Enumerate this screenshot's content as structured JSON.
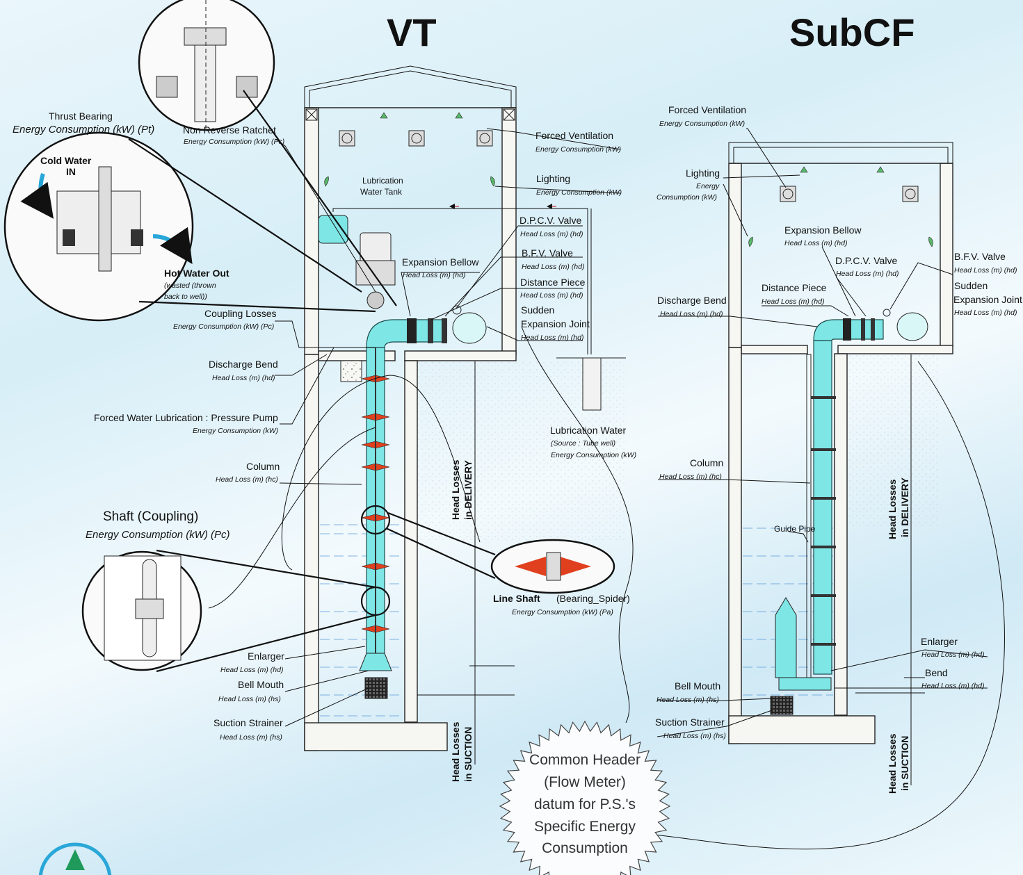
{
  "titles": {
    "vt": "VT",
    "subcf": "SubCF"
  },
  "vt_labels": {
    "thrust_bearing": "Thrust Bearing",
    "thrust_bearing_sub": "Energy Consumption (kW) (Pt)",
    "non_reverse": "Non Reverse Ratchet",
    "non_reverse_sub": "Energy Consumption (kW) (Pc)",
    "cold_water": "Cold Water",
    "cold_water_in": "IN",
    "hot_water": "Hot Water Out",
    "hot_water_sub1": "(wasted (thrown",
    "hot_water_sub2": "back to well))",
    "lube_tank1": "Lubrication",
    "lube_tank2": "Water Tank",
    "forced_vent": "Forced Ventilation",
    "forced_vent_sub": "Energy Consumption (kW)",
    "lighting": "Lighting",
    "lighting_sub": "Energy Consumption (kW)",
    "dpcv": "D.P.C.V. Valve",
    "dpcv_sub": "Head Loss (m) (hd)",
    "bfv": "B.F.V. Valve",
    "bfv_sub": "Head Loss (m) (hd)",
    "distance": "Distance Piece",
    "distance_sub": "Head Loss (m) (hd)",
    "sudden1": "Sudden",
    "sudden2": "Expansion Joint",
    "sudden_sub": "Head Loss (m) (hd)",
    "exp_bellow": "Expansion Bellow",
    "exp_bellow_sub": "Head Loss (m) (hd)",
    "coupling": "Coupling Losses",
    "coupling_sub": "Energy Consumption (kW) (Pc)",
    "discharge": "Discharge Bend",
    "discharge_sub": "Head Loss (m) (hd)",
    "fwl": "Forced Water Lubrication : Pressure Pump",
    "fwl_sub": "Energy Consumption (kW)",
    "column": "Column",
    "column_sub": "Head Loss (m) (hc)",
    "shaft": "Shaft (Coupling)",
    "shaft_sub": "Energy Consumption (kW) (Pc)",
    "line_shaft": "Line Shaft",
    "line_shaft_paren": "(Bearing_Spider)",
    "line_shaft_sub": "Energy Consumption (kW) (Pa)",
    "lube_water": "Lubrication Water",
    "lube_water_sub1": "(Source : Tube well)",
    "lube_water_sub2": "Energy Consumption (kW)",
    "enlarger": "Enlarger",
    "enlarger_sub": "Head Loss (m) (hd)",
    "bell": "Bell Mouth",
    "bell_sub": "Head Loss (m) (hs)",
    "strainer": "Suction Strainer",
    "strainer_sub": "Head Loss (m) (hs)",
    "hl_delivery1": "Head Losses",
    "hl_delivery2": "in DELIVERY",
    "hl_suction1": "Head Losses",
    "hl_suction2": "in SUCTION"
  },
  "sub_labels": {
    "forced_vent": "Forced Ventilation",
    "forced_vent_sub": "Energy Consumption (kW)",
    "lighting": "Lighting",
    "lighting_sub1": "Energy",
    "lighting_sub2": "Consumption (kW)",
    "exp_bellow": "Expansion Bellow",
    "exp_bellow_sub": "Head Loss (m) (hd)",
    "dpcv": "D.P.C.V. Valve",
    "dpcv_sub": "Head Loss (m) (hd)",
    "bfv": "B.F.V. Valve",
    "bfv_sub": "Head Loss (m) (hd)",
    "distance": "Distance Piece",
    "distance_sub": "Head Loss (m) (hd)",
    "sudden": "Sudden",
    "exp_joint": "Expansion Joint",
    "exp_joint_sub": "Head Loss (m) (hd)",
    "discharge": "Discharge Bend",
    "discharge_sub": "Head Loss (m) (hd)",
    "column": "Column",
    "column_sub": "Head Loss (m) (hc)",
    "guide": "Guide Pipe",
    "enlarger": "Enlarger",
    "enlarger_sub": "Head Loss (m) (hd)",
    "bend": "Bend",
    "bend_sub": "Head Loss (m) (hd)",
    "bell": "Bell Mouth",
    "bell_sub": "Head Loss (m) (hs)",
    "strainer": "Suction Strainer",
    "strainer_sub": "Head Loss (m) (hs)",
    "hl_delivery1": "Head Losses",
    "hl_delivery2": "in DELIVERY",
    "hl_suction1": "Head Losses",
    "hl_suction2": "in SUCTION"
  },
  "starburst": {
    "line1": "Common Header",
    "line2": "(Flow Meter)",
    "line3": "datum for P.S.'s",
    "line4": "Specific Energy",
    "line5": "Consumption"
  },
  "colors": {
    "pipe": "#7fe6e6",
    "spider": "#e0401e",
    "accent": "#29a7d8"
  }
}
